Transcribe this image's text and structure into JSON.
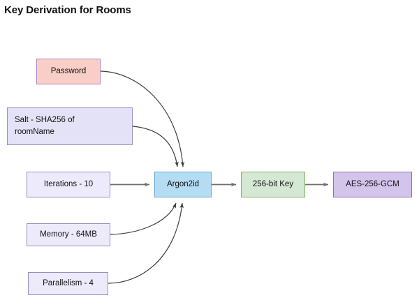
{
  "diagram": {
    "title": "Key Derivation for Rooms",
    "type": "flowchart",
    "background_color": "#ffffff",
    "edge_color": "#6e6e6e",
    "curve_edge_color": "#3d3d3d",
    "nodes": [
      {
        "id": "password",
        "label": "Password",
        "fill": "#f8cec6",
        "stroke": "#b085c0",
        "role": "input"
      },
      {
        "id": "salt",
        "label": "Salt - SHA256 of\nroomName",
        "fill": "#e3e2f7",
        "stroke": "#9a8cc4",
        "role": "input"
      },
      {
        "id": "iterations",
        "label": "Iterations - 10",
        "fill": "#eceafb",
        "stroke": "#9a8cc4",
        "role": "parameter"
      },
      {
        "id": "memory",
        "label": "Memory - 64MB",
        "fill": "#eceafb",
        "stroke": "#9a8cc4",
        "role": "parameter"
      },
      {
        "id": "parallelism",
        "label": "Parallelism - 4",
        "fill": "#eceafb",
        "stroke": "#9a8cc4",
        "role": "parameter"
      },
      {
        "id": "argon2id",
        "label": "Argon2id",
        "fill": "#b4dcf2",
        "stroke": "#6aa8d8",
        "role": "process"
      },
      {
        "id": "key",
        "label": "256-bit Key",
        "fill": "#d5e8d4",
        "stroke": "#82b366",
        "role": "output"
      },
      {
        "id": "aes",
        "label": "AES-256-GCM",
        "fill": "#d3c4ec",
        "stroke": "#9673a6",
        "role": "consumer"
      }
    ],
    "edges": [
      {
        "from": "password",
        "to": "argon2id",
        "style": "curved"
      },
      {
        "from": "salt",
        "to": "argon2id",
        "style": "curved"
      },
      {
        "from": "iterations",
        "to": "argon2id",
        "style": "straight"
      },
      {
        "from": "memory",
        "to": "argon2id",
        "style": "curved"
      },
      {
        "from": "parallelism",
        "to": "argon2id",
        "style": "curved"
      },
      {
        "from": "argon2id",
        "to": "key",
        "style": "straight"
      },
      {
        "from": "key",
        "to": "aes",
        "style": "straight"
      }
    ]
  }
}
